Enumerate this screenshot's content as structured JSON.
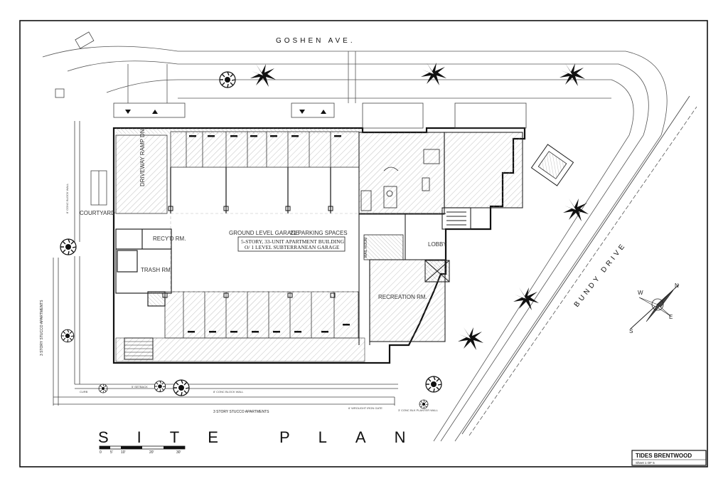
{
  "title": "SITE PLAN",
  "title_block": {
    "project": "TIDES BRENTWOOD",
    "sheet": "Sheet 1 OF 5"
  },
  "streets": {
    "north": "GOSHEN AVE.",
    "east": "BUNDY DRIVE"
  },
  "rooms": {
    "driveway": "DRIVEWAY RAMP DN",
    "courtyard": "COURTYARD",
    "garage": "GROUND LEVEL GARAGE",
    "parking": "21 PARKING SPACES",
    "building": "5-STORY, 33-UNIT APARTMENT BUILDING",
    "basement": "O/ 1 LEVEL SUBTERRANEAN GARAGE",
    "recycle": "RECY'D RM.",
    "trash": "TRASH RM.",
    "lobby": "LOBBY",
    "recreation": "RECREATION RM.",
    "mail": "MAIL ROOM"
  },
  "neighbors": {
    "west": "3 STORY STUCCO APARTMENTS",
    "south": "3 STORY STUCCO APARTMENTS"
  },
  "notes": {
    "block_wall_south": "8' CONC BLOCK WALL",
    "block_wall_west": "8' CONC BLOCK WALL",
    "gate": "6' WROUGHT IRON GATE",
    "planter": "3' CONC BLK PLANTER WALL",
    "curb": "CURB",
    "setback": "5' SETBACK"
  },
  "scale_bar": {
    "ticks": [
      "0",
      "5'",
      "10'",
      "20'",
      "30'"
    ]
  },
  "north_arrow": {
    "letters": [
      "N",
      "E",
      "S",
      "W"
    ]
  }
}
